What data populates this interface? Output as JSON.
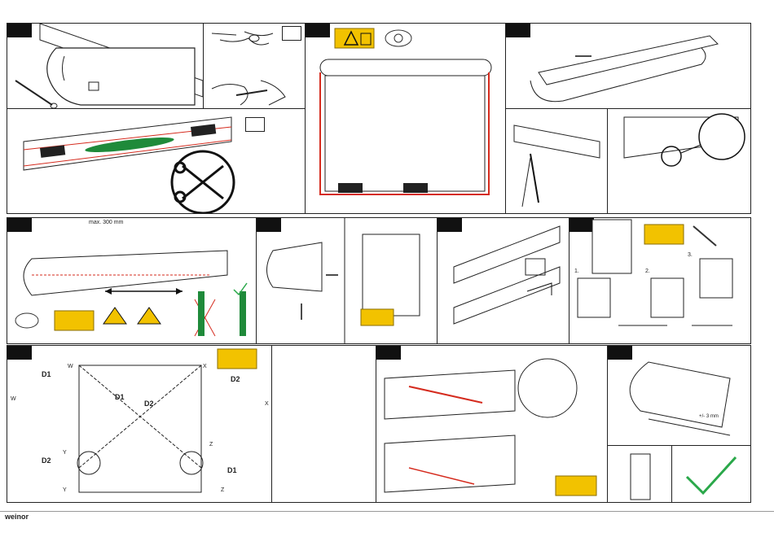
{
  "steps": {
    "s5": {
      "dimension": "max. 300 mm"
    },
    "s7": {
      "sub_labels": [
        "1.",
        "2.",
        "3."
      ]
    },
    "s8": {
      "d1_left": "D1",
      "d2_left": "D2",
      "d1_center": "D1",
      "d2_center": "D2",
      "d2_right": "D2",
      "d1_right": "D1",
      "corners": [
        "W",
        "X",
        "Y",
        "Z"
      ],
      "side_labels": [
        "W",
        "X",
        "Y",
        "Z"
      ]
    },
    "s10": {
      "measurement": "+/- 3 mm"
    }
  },
  "footer": {
    "brand": "weinor"
  },
  "colors": {
    "warning_yellow": "#f2c200",
    "accent_red": "#d52b1e",
    "accent_green": "#1f8a3a",
    "check_green": "#2aa84a"
  }
}
